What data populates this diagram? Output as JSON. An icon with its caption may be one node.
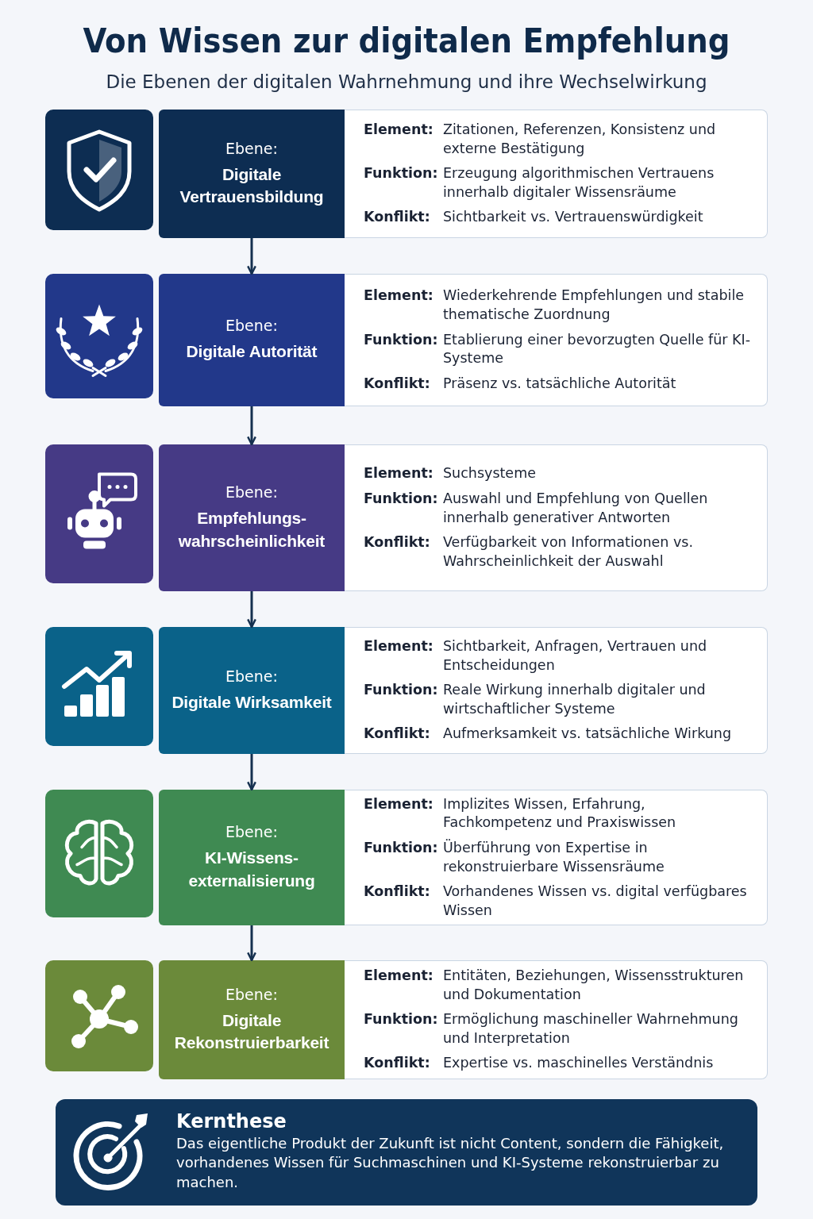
{
  "diagram": {
    "title": "Von Wissen zur digitalen Empfehlung",
    "caption": "Die Ebenen der digitalen Wahrnehmung und ihre Wechselwirkung",
    "nodes": [
      {
        "text": [
          "Ebene:",
          "Digitale Vertrauensbildung"
        ]
      },
      {
        "text": [
          "Element:",
          "Zitationen, Referenzen, Konsistenz und externe Bestätigung",
          "Funktion:",
          "Erzeugung algorithmischen Vertrauens innerhalb digitaler Wissensräume",
          "Konflikt:",
          "Sichtbarkeit vs. Vertrauenswürdigkeit"
        ]
      },
      {
        "text": [
          "Ebene:",
          "Digitale Autorität"
        ]
      },
      {
        "text": [
          "Element:",
          "Wiederkehrende Empfehlungen und stabile thematische Zuordnung",
          "Funktion:",
          "Etablierung einer bevorzugten Quelle für KI-Systeme",
          "Konflikt:",
          "Präsenz vs. tatsächliche Autorität"
        ]
      },
      {
        "text": [
          "Ebene:",
          "Empfehlungs- wahrscheinlichkeit"
        ]
      },
      {
        "text": [
          "Element:",
          "Suchsysteme",
          "Funktion:",
          "Auswahl und Empfehlung von Quellen innerhalb generativer Antworten",
          "Konflikt:",
          "Verfügbarkeit von Informationen vs. Wahrscheinlichkeit der Auswahl"
        ]
      },
      {
        "text": [
          "Ebene:",
          "Digitale Wirksamkeit"
        ]
      },
      {
        "text": [
          "Element:",
          "Sichtbarkeit, Anfragen, Vertrauen und Entscheidungen",
          "Funktion:",
          "Reale Wirkung innerhalb digitaler und wirtschaftlicher Systeme",
          "Konflikt:",
          "Aufmerksamkeit vs. tatsächliche Wirkung"
        ]
      },
      {
        "text": [
          "Ebene:",
          "KI-Wissens- externalisierung"
        ]
      },
      {
        "text": [
          "Element:",
          "Implizites Wissen, Erfahrung, Fachkompetenz und Praxiswissen",
          "Funktion:",
          "Überführung von Expertise in rekonstruierbare Wissensräume",
          "Konflikt:",
          "Vorhandenes Wissen vs. digital verfügbares Wissen"
        ]
      },
      {
        "text": [
          "Ebene:",
          "Digitale Rekonstruierbarkeit"
        ]
      },
      {
        "text": [
          "Element:",
          "Entitäten, Beziehungen, Wissensstrukturen und Dokumentation",
          "Funktion:",
          "Ermöglichung maschineller Wahrnehmung und Interpretation",
          "Konflikt:",
          "Expertise vs. maschinelles Verständnis"
        ]
      },
      {
        "text": [
          "Kernthese",
          "Das eigentliche Produkt der Zukunft ist nicht Content, sondern die Fähigkeit, vorhandenes Wissen für Suchmaschinen und KI-Systeme rekonstruierbar zu machen."
        ]
      }
    ],
    "edges": [
      {
        "from": 0,
        "to": 2,
        "arrow": "to"
      },
      {
        "from": 2,
        "to": 4,
        "arrow": "to"
      },
      {
        "from": 4,
        "to": 6,
        "arrow": "to"
      },
      {
        "from": 6,
        "to": 8,
        "arrow": "to"
      },
      {
        "from": 8,
        "to": 10,
        "arrow": "to"
      }
    ]
  }
}
